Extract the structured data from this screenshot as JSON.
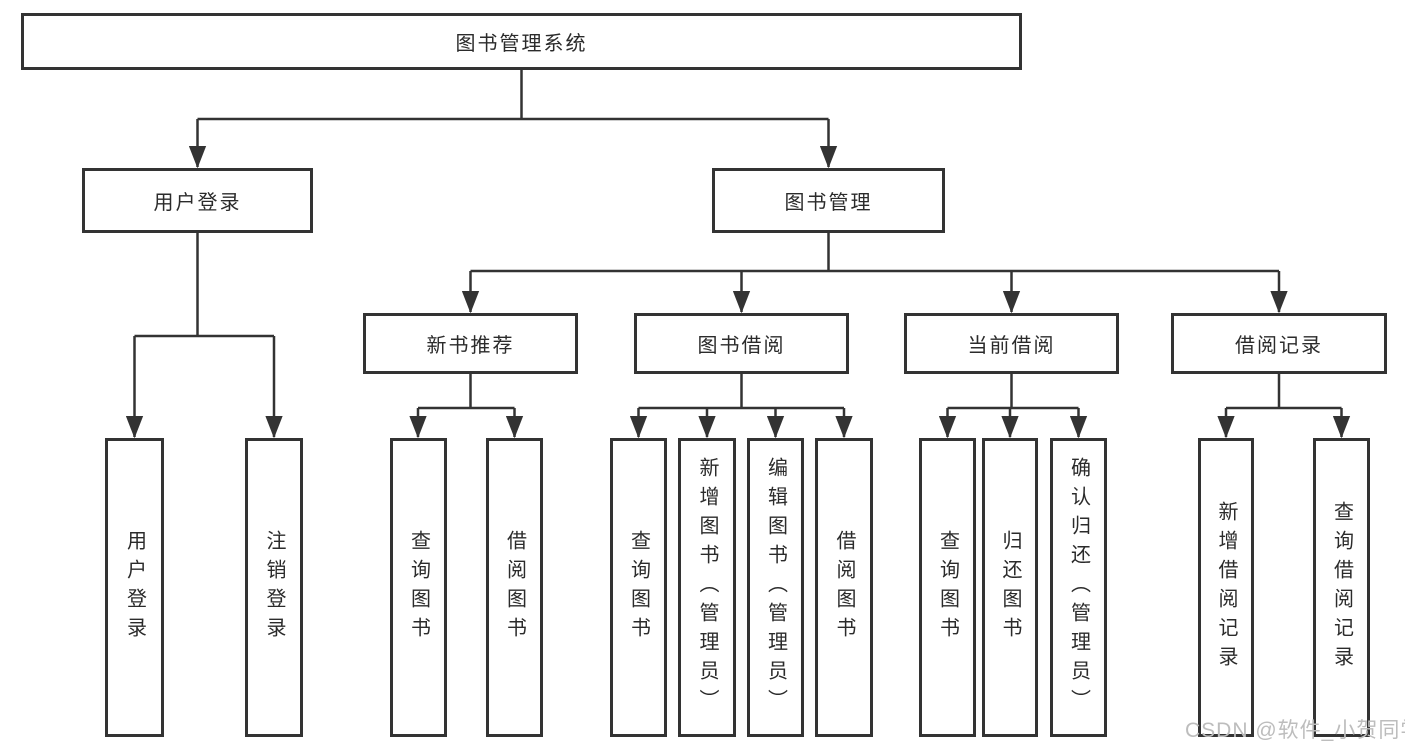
{
  "tree": {
    "root": {
      "label": "图书管理系统",
      "children": [
        {
          "label": "用户登录",
          "children": [
            {
              "label": "用户登录"
            },
            {
              "label": "注销登录"
            }
          ]
        },
        {
          "label": "图书管理",
          "children": [
            {
              "label": "新书推荐",
              "children": [
                {
                  "label": "查询图书"
                },
                {
                  "label": "借阅图书"
                }
              ]
            },
            {
              "label": "图书借阅",
              "children": [
                {
                  "label": "查询图书"
                },
                {
                  "label": "新增图书（管理员）"
                },
                {
                  "label": "编辑图书（管理员）"
                },
                {
                  "label": "借阅图书"
                }
              ]
            },
            {
              "label": "当前借阅",
              "children": [
                {
                  "label": "查询图书"
                },
                {
                  "label": "归还图书"
                },
                {
                  "label": "确认归还（管理员）"
                }
              ]
            },
            {
              "label": "借阅记录",
              "children": [
                {
                  "label": "新增借阅记录"
                },
                {
                  "label": "查询借阅记录"
                }
              ]
            }
          ]
        }
      ]
    }
  },
  "watermark": {
    "text": "CSDN @软件_小贺同学"
  },
  "palette": {
    "line": "#333333",
    "box_border": "#333333",
    "box_fill": "#ffffff",
    "text": "#2b2b2b",
    "watermark": "#bdbdbd",
    "background": "#ffffff"
  }
}
